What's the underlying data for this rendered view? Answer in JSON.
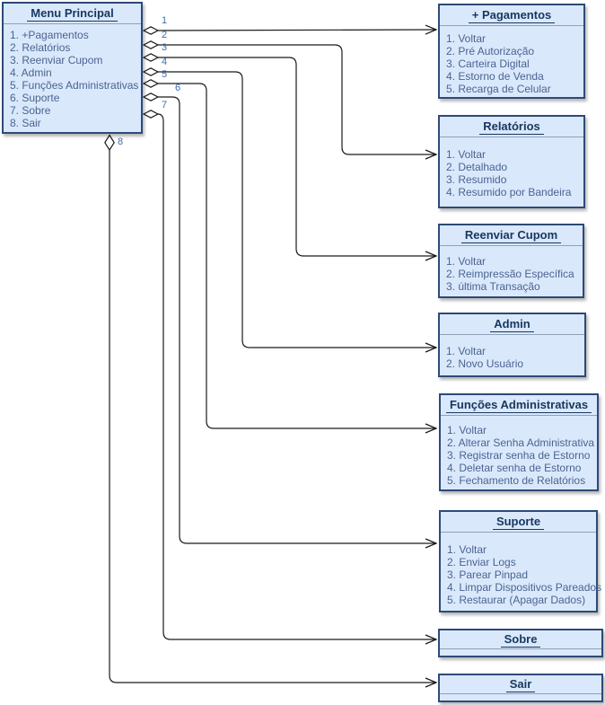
{
  "diagram": {
    "main_menu": {
      "title": "Menu Principal",
      "items": [
        "1. +Pagamentos",
        "2. Relatórios",
        "3. Reenviar Cupom",
        "4. Admin",
        "5. Funções Administrativas",
        "6. Suporte",
        "7. Sobre",
        "8. Sair"
      ]
    },
    "submenus": [
      {
        "title": "+ Pagamentos",
        "items": [
          "1. Voltar",
          "2. Pré Autorização",
          "3. Carteira Digital",
          "4. Estorno de Venda",
          "5. Recarga de Celular"
        ]
      },
      {
        "title": "Relatórios",
        "items": [
          "1. Voltar",
          "2. Detalhado",
          "3. Resumido",
          "4. Resumido por Bandeira"
        ]
      },
      {
        "title": "Reenviar Cupom",
        "items": [
          "1. Voltar",
          "2. Reimpressão Específica",
          "3. última Transação"
        ]
      },
      {
        "title": "Admin",
        "items": [
          "1. Voltar",
          "2. Novo Usuário"
        ]
      },
      {
        "title": "Funções Administrativas",
        "items": [
          "1. Voltar",
          "2. Alterar Senha Administrativa",
          "3. Registrar senha de Estorno",
          "4. Deletar senha de Estorno",
          "5. Fechamento de Relatórios"
        ]
      },
      {
        "title": "Suporte",
        "items": [
          "1. Voltar",
          "2. Enviar Logs",
          "3. Parear Pinpad",
          "4. Limpar Dispositivos Pareados",
          "5. Restaurar (Apagar Dados)"
        ]
      },
      {
        "title": "Sobre",
        "items": []
      },
      {
        "title": "Sair",
        "items": []
      }
    ],
    "connector_labels": [
      "1",
      "2",
      "3",
      "4",
      "5",
      "6",
      "7",
      "8"
    ],
    "colors": {
      "box_fill": "#dae8fc",
      "box_border": "#2d4a77",
      "title_text": "#17375e",
      "item_text": "#4a648f",
      "connector_line": "#1a1a1a",
      "label_text": "#3e6daa"
    }
  }
}
